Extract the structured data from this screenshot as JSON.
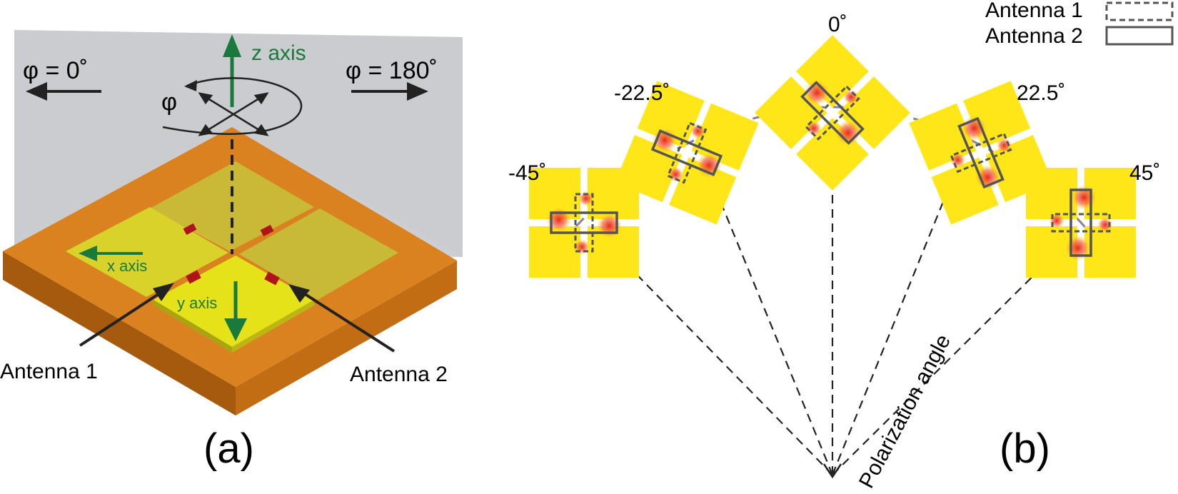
{
  "panel_a": {
    "caption": "(a)",
    "phi_left": "φ = 0˚",
    "phi_right": "φ = 180˚",
    "phi_symbol": "φ",
    "z_axis": "z axis",
    "x_axis": "x axis",
    "y_axis": "y axis",
    "antenna1": "Antenna 1",
    "antenna2": "Antenna 2"
  },
  "panel_b": {
    "caption": "(b)",
    "axis_label": "Polarization angle",
    "legend": [
      {
        "label": "Antenna 1",
        "style": "dashed"
      },
      {
        "label": "Antenna 2",
        "style": "solid"
      }
    ],
    "angles": [
      {
        "label": "-45˚",
        "value": -45
      },
      {
        "label": "-22.5˚",
        "value": -22.5
      },
      {
        "label": "0˚",
        "value": 0
      },
      {
        "label": "22.5˚",
        "value": 22.5
      },
      {
        "label": "45˚",
        "value": 45
      }
    ]
  },
  "colors": {
    "substrate_top": "#d9821f",
    "substrate_side": "#b56410",
    "patch": "#e5e21a",
    "plane": "#c7c9cc",
    "axis_green": "#1a7a3c",
    "yellow_tile": "#ffe619",
    "hotspot": "#e8281e"
  }
}
